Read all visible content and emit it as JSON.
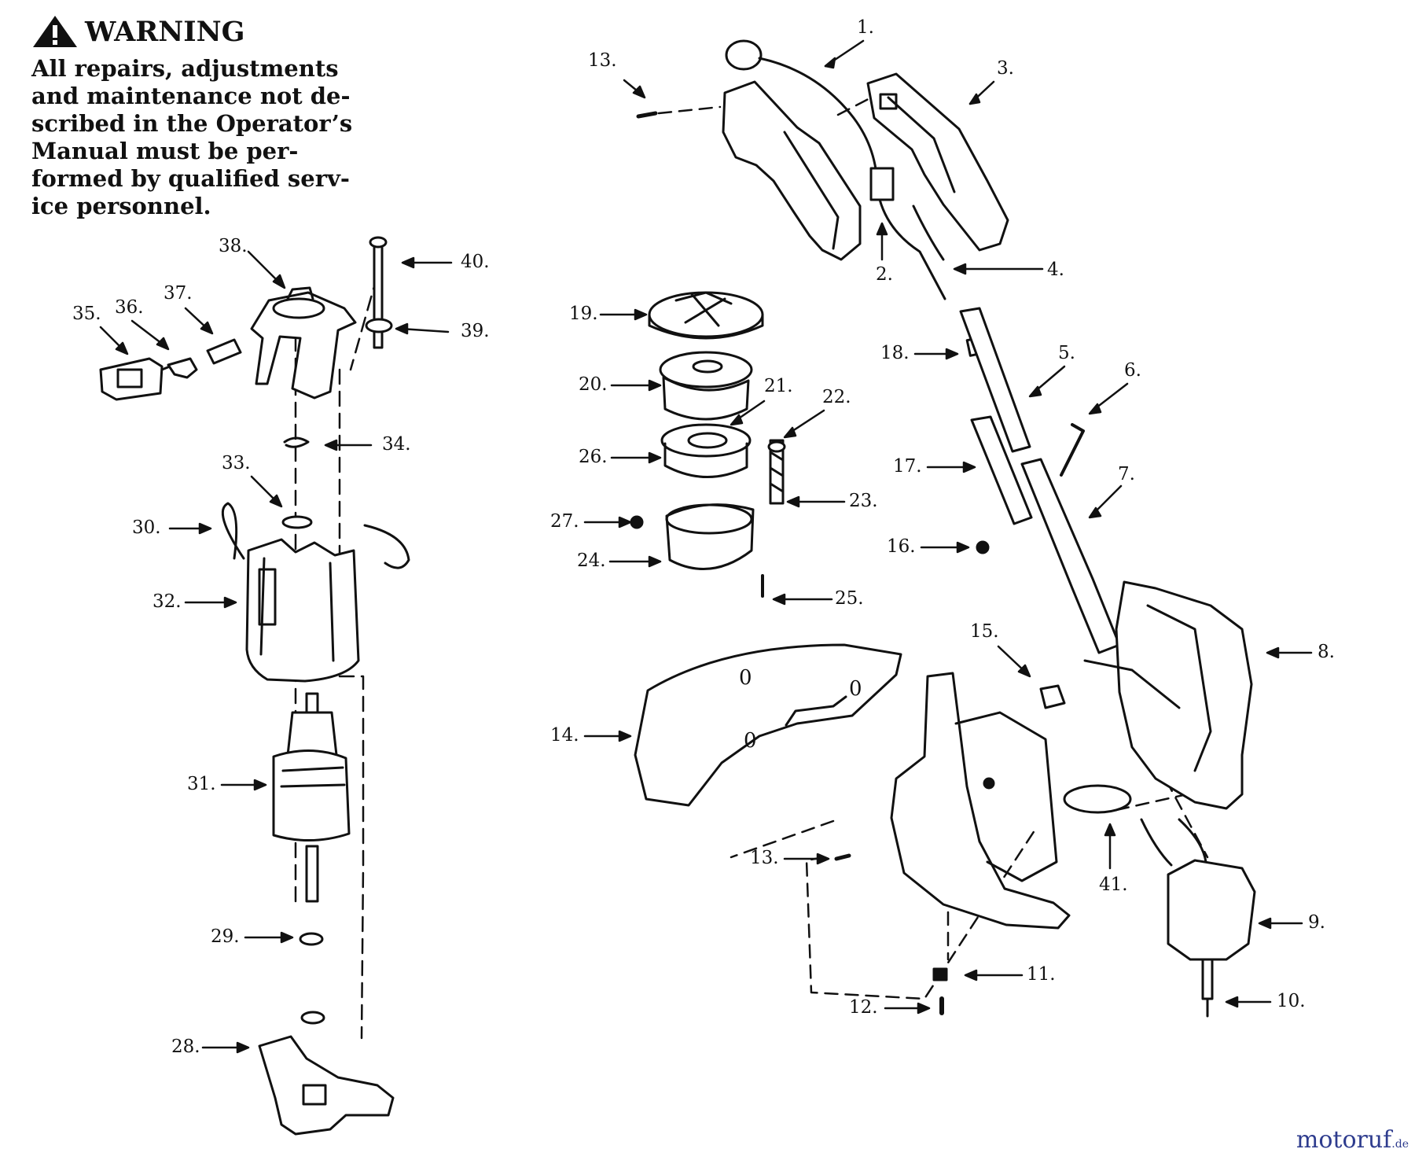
{
  "warning": {
    "title": "WARNING",
    "text": "All repairs, adjustments\nand maintenance not de-\nscribed in the Operator’s\nManual must be per-\nformed by qualified serv-\nice personnel.",
    "icon": "warning-triangle-icon"
  },
  "watermark": {
    "main": "motoruf",
    "suffix": ".de",
    "color": "#2e3c8e"
  },
  "callouts": [
    "1.",
    "2.",
    "3.",
    "4.",
    "5.",
    "6.",
    "7.",
    "8.",
    "9.",
    "10.",
    "11.",
    "12.",
    "13.",
    "13.",
    "14.",
    "15.",
    "16.",
    "17.",
    "18.",
    "19.",
    "20.",
    "21.",
    "22.",
    "23.",
    "24.",
    "25.",
    "26.",
    "27.",
    "28.",
    "29.",
    "30.",
    "31.",
    "32.",
    "33.",
    "34.",
    "35.",
    "36.",
    "37.",
    "38.",
    "39.",
    "40.",
    "41."
  ]
}
